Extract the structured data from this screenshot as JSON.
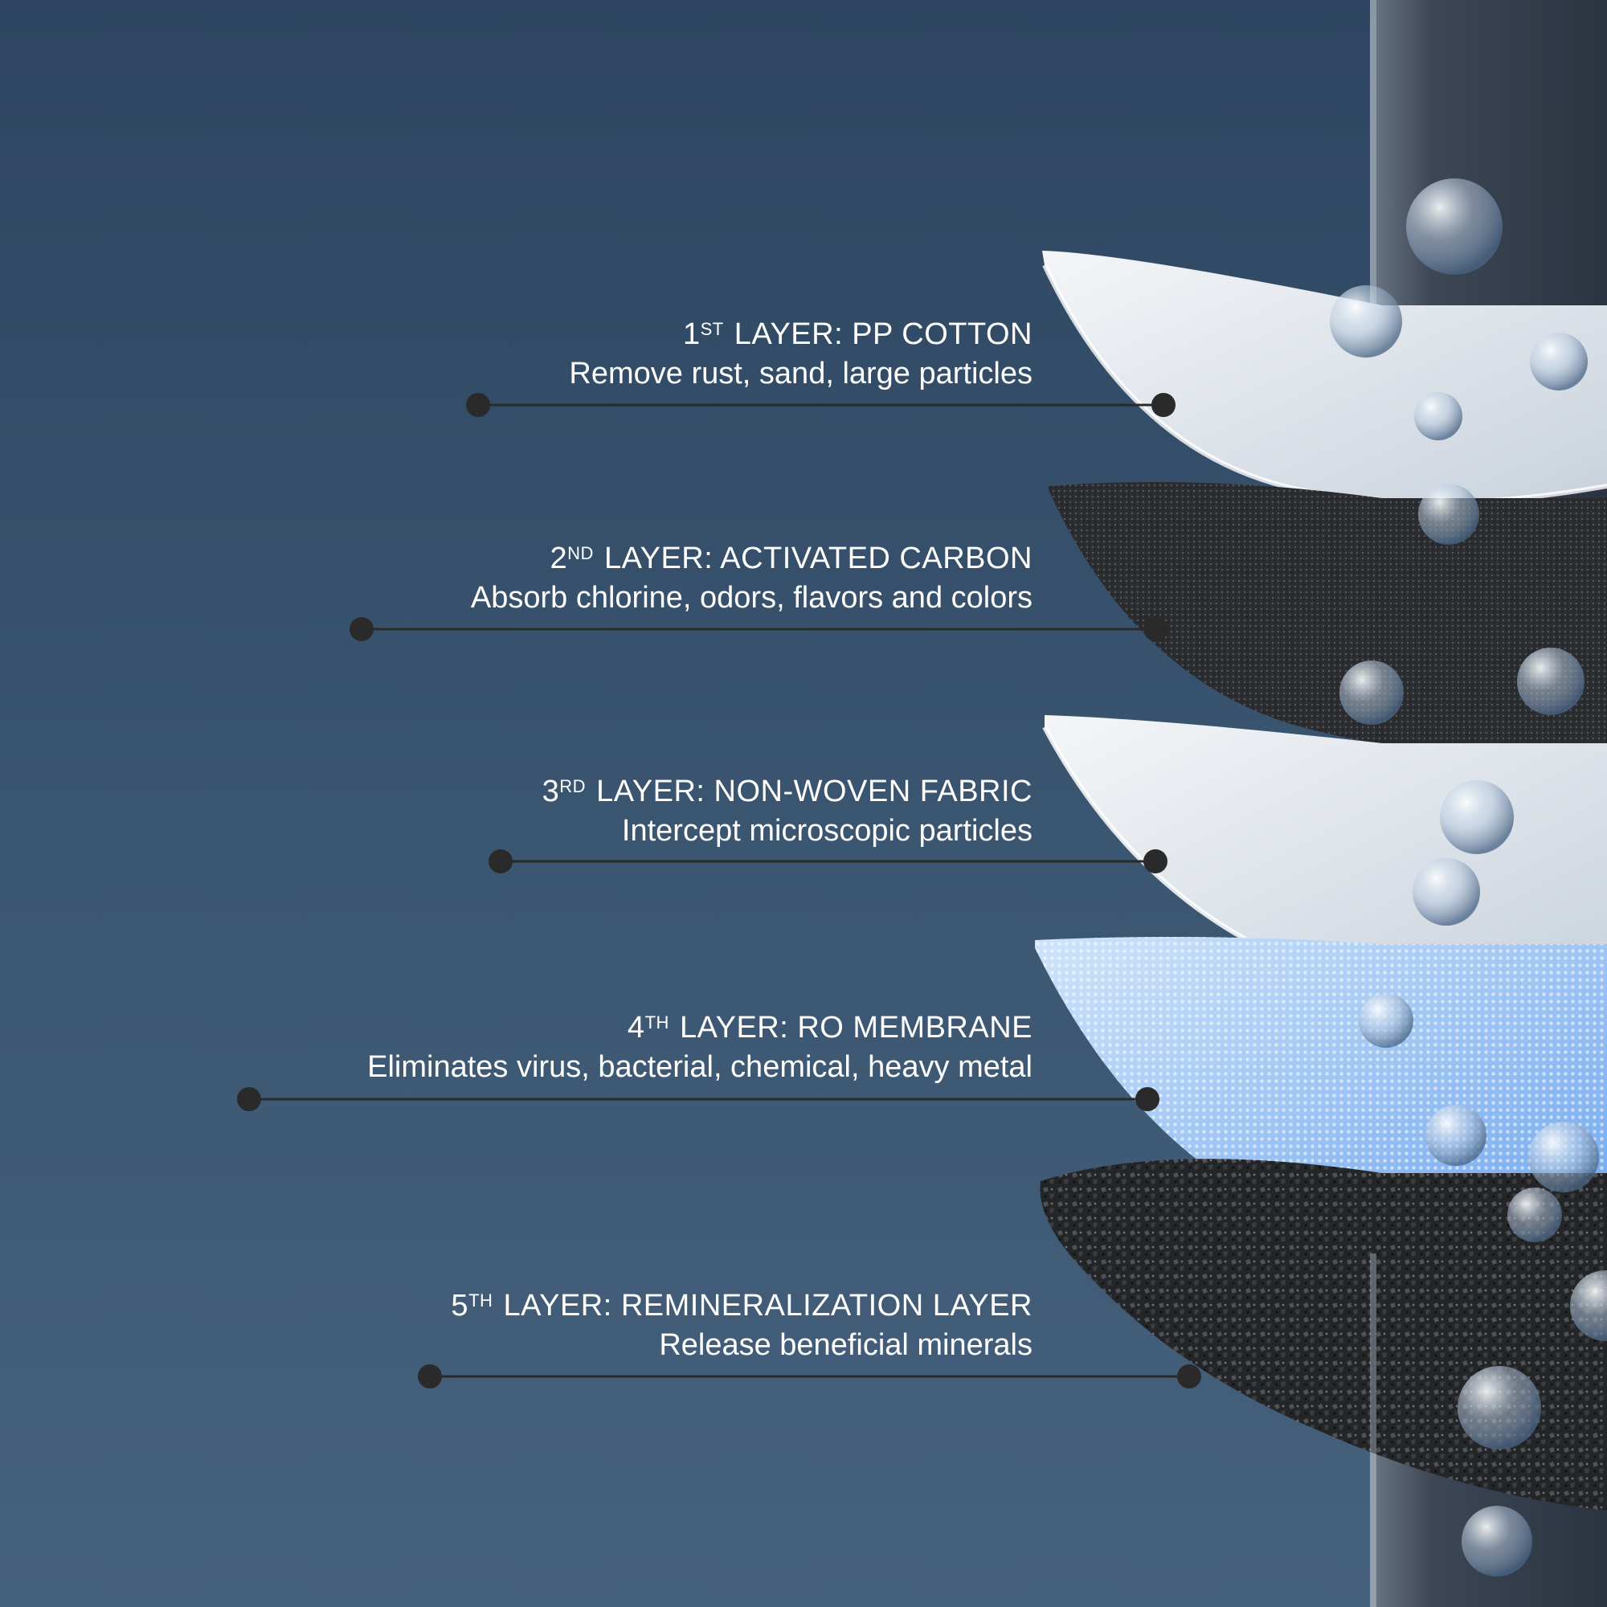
{
  "layers": [
    {
      "num": "1",
      "suffix": "ST",
      "title": "LAYER: PP COTTON",
      "desc": "Remove rust, sand, large particles"
    },
    {
      "num": "2",
      "suffix": "ND",
      "title": "LAYER: ACTIVATED CARBON",
      "desc": "Absorb chlorine, odors, flavors and colors"
    },
    {
      "num": "3",
      "suffix": "RD",
      "title": "LAYER: NON-WOVEN FABRIC",
      "desc": "Intercept microscopic particles"
    },
    {
      "num": "4",
      "suffix": "TH",
      "title": "LAYER: RO MEMBRANE",
      "desc": "Eliminates virus, bacterial, chemical, heavy metal"
    },
    {
      "num": "5",
      "suffix": "TH",
      "title": "LAYER: REMINERALIZATION LAYER",
      "desc": "Release beneficial minerals"
    }
  ],
  "colors": {
    "background_top": "#2d4560",
    "background_bottom": "#46617d",
    "leader_line": "#2a2a2a",
    "text": "#ffffff"
  }
}
